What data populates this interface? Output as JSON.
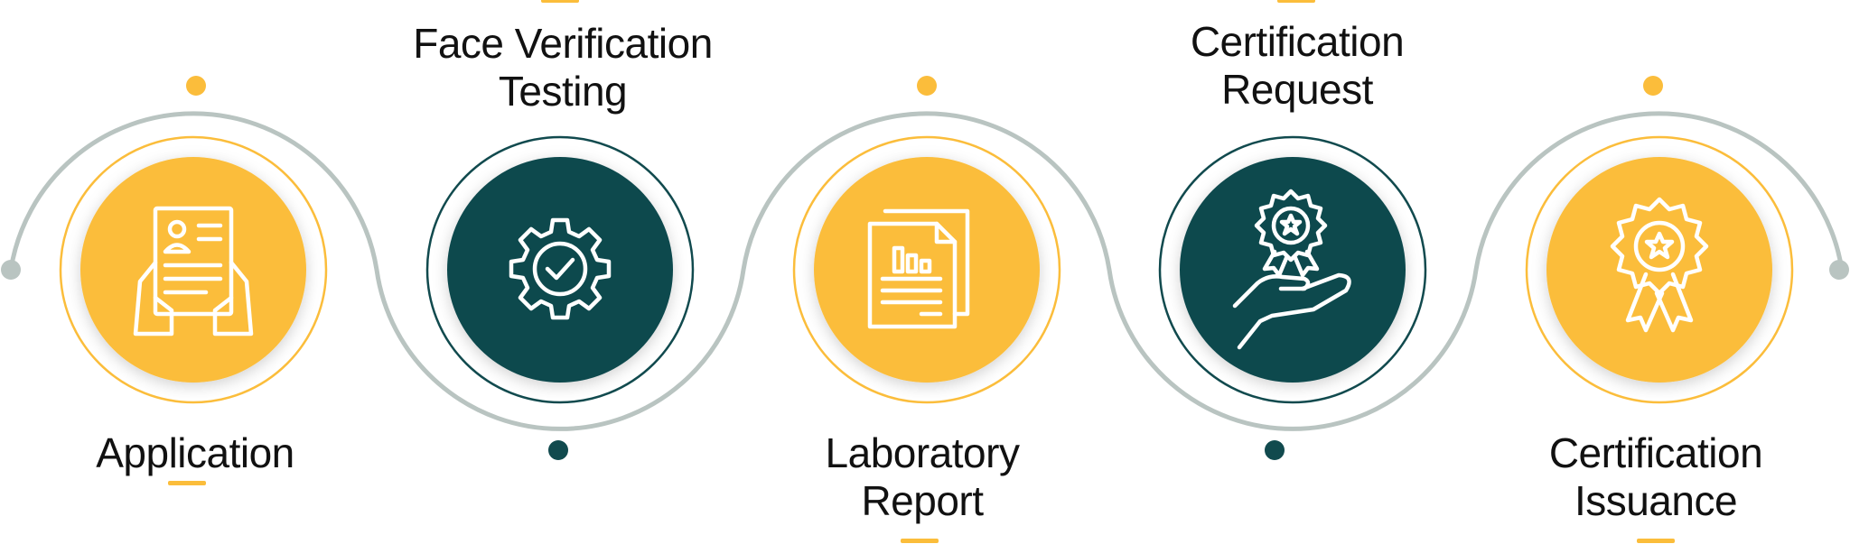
{
  "colors": {
    "accent_yellow": "#FBBD3B",
    "dark_teal": "#114A4E",
    "connector_gray": "#B9C4C1",
    "icon_white": "#FFFFFF",
    "text": "#111111"
  },
  "steps": [
    {
      "title_line1": "Application",
      "title_line2": "",
      "style": "yellow",
      "icon": "application-form-icon"
    },
    {
      "title_line1": "Face Verification",
      "title_line2": "Testing",
      "style": "teal",
      "icon": "gear-check-icon"
    },
    {
      "title_line1": "Laboratory",
      "title_line2": "Report",
      "style": "yellow",
      "icon": "report-document-icon"
    },
    {
      "title_line1": "Certification",
      "title_line2": "Request",
      "style": "teal",
      "icon": "award-in-hand-icon"
    },
    {
      "title_line1": "Certification",
      "title_line2": "Issuance",
      "style": "yellow",
      "icon": "award-badge-icon"
    }
  ]
}
